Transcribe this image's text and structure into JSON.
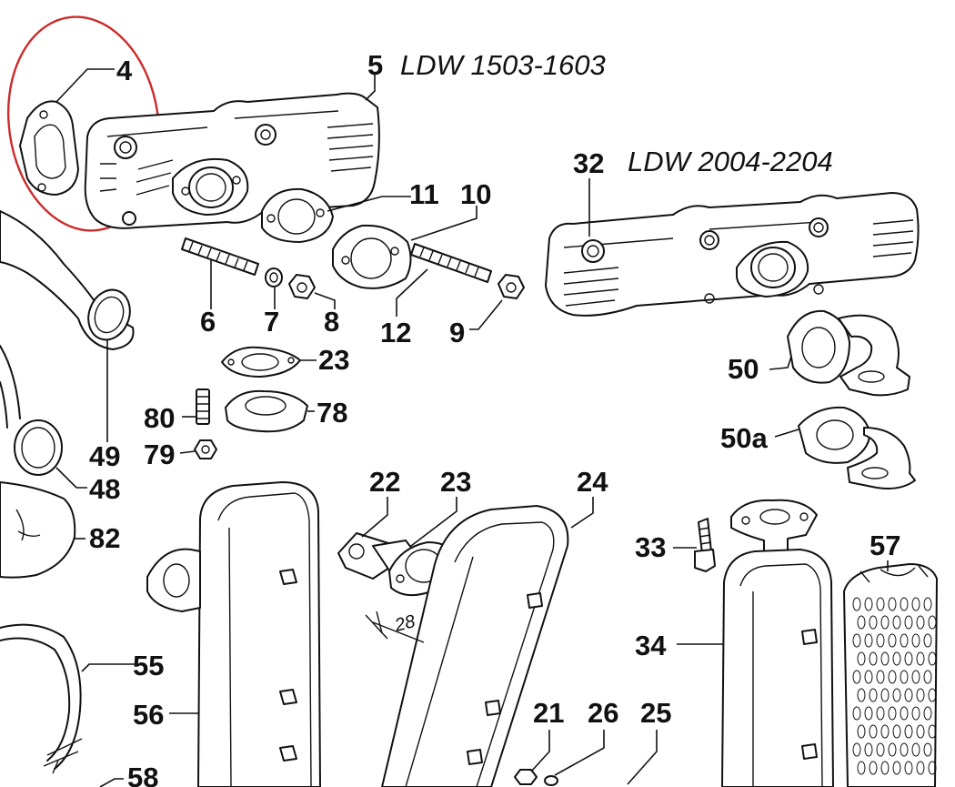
{
  "callouts": {
    "c4": "4",
    "c5": "5",
    "c32": "32",
    "c11": "11",
    "c10": "10",
    "c6": "6",
    "c7": "7",
    "c8": "8",
    "c12": "12",
    "c9": "9",
    "c23a": "23",
    "c78": "78",
    "c80": "80",
    "c79": "79",
    "c49": "49",
    "c48": "48",
    "c82": "82",
    "c50": "50",
    "c50a": "50a",
    "c22": "22",
    "c23b": "23",
    "c24": "24",
    "c33": "33",
    "c57": "57",
    "c34": "34",
    "c55": "55",
    "c56": "56",
    "c21": "21",
    "c26": "26",
    "c25": "25",
    "c58": "58"
  },
  "captions": {
    "model_a": "LDW 1503-1603",
    "model_b": "LDW 2004-2204"
  },
  "dimension": "28",
  "highlight_color": "#cc2b2b",
  "line_color": "#111111"
}
